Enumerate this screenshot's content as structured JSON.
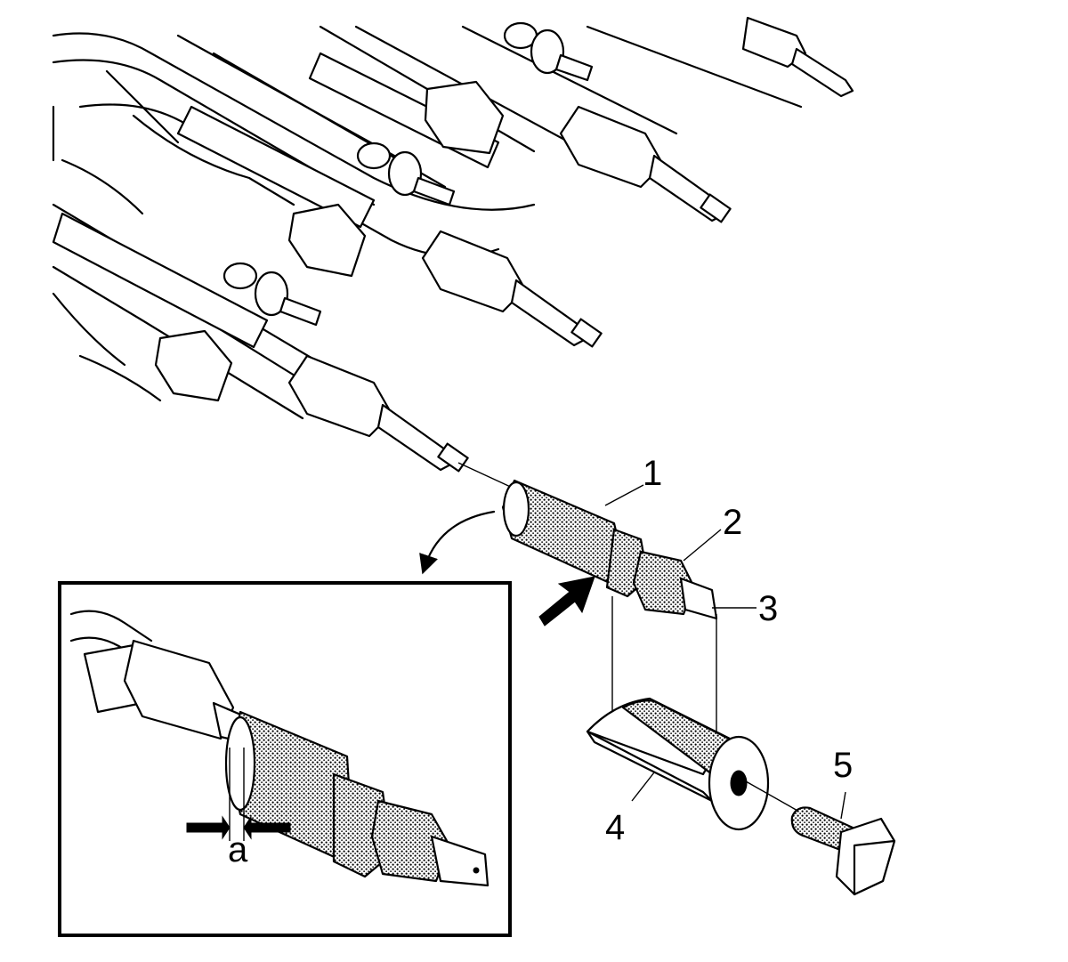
{
  "callouts": {
    "c1": "1",
    "c2": "2",
    "c3": "3",
    "c4": "4",
    "c5": "5",
    "dimension": "a"
  }
}
